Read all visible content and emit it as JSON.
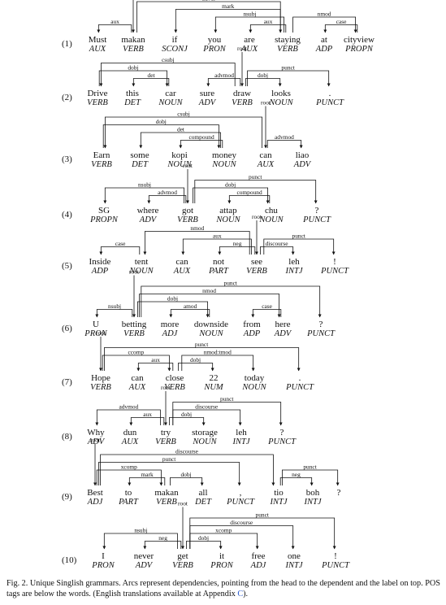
{
  "sentences": [
    {
      "number": "(1)",
      "words": [
        {
          "text": "Must",
          "pos": "AUX"
        },
        {
          "text": "makan",
          "pos": "VERB"
        },
        {
          "text": "if",
          "pos": "SCONJ"
        },
        {
          "text": "you",
          "pos": "PRON"
        },
        {
          "text": "are",
          "pos": "AUX"
        },
        {
          "text": "staying",
          "pos": "VERB"
        },
        {
          "text": "at",
          "pos": "ADP"
        },
        {
          "text": "cityview",
          "pos": "PROPN"
        }
      ],
      "root": {
        "word": 1,
        "label": "root"
      },
      "arcs": [
        {
          "head": 1,
          "dep": 0,
          "label": "aux",
          "level": 1
        },
        {
          "head": 1,
          "dep": 5,
          "label": "advcl",
          "level": 4
        },
        {
          "head": 5,
          "dep": 2,
          "label": "mark",
          "level": 3
        },
        {
          "head": 5,
          "dep": 3,
          "label": "nsubj",
          "level": 2
        },
        {
          "head": 5,
          "dep": 4,
          "label": "aux",
          "level": 1
        },
        {
          "head": 5,
          "dep": 7,
          "label": "nmod",
          "level": 2
        },
        {
          "head": 7,
          "dep": 6,
          "label": "case",
          "level": 1
        }
      ]
    },
    {
      "number": "(2)",
      "words": [
        {
          "text": "Drive",
          "pos": "VERB"
        },
        {
          "text": "this",
          "pos": "DET"
        },
        {
          "text": "car",
          "pos": "NOUN"
        },
        {
          "text": "sure",
          "pos": "ADV"
        },
        {
          "text": "draw",
          "pos": "VERB"
        },
        {
          "text": "looks",
          "pos": "NOUN"
        },
        {
          "text": ".",
          "pos": "PUNCT"
        }
      ],
      "root": {
        "word": 4,
        "label": "root"
      },
      "arcs": [
        {
          "head": 4,
          "dep": 0,
          "label": "csubj",
          "level": 3
        },
        {
          "head": 0,
          "dep": 2,
          "label": "dobj",
          "level": 2
        },
        {
          "head": 2,
          "dep": 1,
          "label": "det",
          "level": 1
        },
        {
          "head": 4,
          "dep": 3,
          "label": "advmod",
          "level": 1
        },
        {
          "head": 4,
          "dep": 5,
          "label": "dobj",
          "level": 1
        },
        {
          "head": 4,
          "dep": 6,
          "label": "punct",
          "level": 2
        }
      ]
    },
    {
      "number": "(3)",
      "words": [
        {
          "text": "Earn",
          "pos": "VERB"
        },
        {
          "text": "some",
          "pos": "DET"
        },
        {
          "text": "kopi",
          "pos": "NOUN"
        },
        {
          "text": "money",
          "pos": "NOUN"
        },
        {
          "text": "can",
          "pos": "AUX"
        },
        {
          "text": "liao",
          "pos": "ADV"
        }
      ],
      "root": {
        "word": 4,
        "label": "root"
      },
      "arcs": [
        {
          "head": 4,
          "dep": 0,
          "label": "csubj",
          "level": 4
        },
        {
          "head": 0,
          "dep": 3,
          "label": "dobj",
          "level": 3
        },
        {
          "head": 3,
          "dep": 1,
          "label": "det",
          "level": 2
        },
        {
          "head": 3,
          "dep": 2,
          "label": "compound",
          "level": 1
        },
        {
          "head": 4,
          "dep": 5,
          "label": "advmod",
          "level": 1
        }
      ]
    },
    {
      "number": "(4)",
      "words": [
        {
          "text": "SG",
          "pos": "PROPN"
        },
        {
          "text": "where",
          "pos": "ADV"
        },
        {
          "text": "got",
          "pos": "VERB"
        },
        {
          "text": "attap",
          "pos": "NOUN"
        },
        {
          "text": "chu",
          "pos": "NOUN"
        },
        {
          "text": "?",
          "pos": "PUNCT"
        }
      ],
      "root": {
        "word": 2,
        "label": "root"
      },
      "arcs": [
        {
          "head": 2,
          "dep": 0,
          "label": "nsubj",
          "level": 2
        },
        {
          "head": 2,
          "dep": 1,
          "label": "advmod",
          "level": 1
        },
        {
          "head": 2,
          "dep": 4,
          "label": "dobj",
          "level": 2
        },
        {
          "head": 4,
          "dep": 3,
          "label": "compound",
          "level": 1
        },
        {
          "head": 2,
          "dep": 5,
          "label": "punct",
          "level": 3
        }
      ]
    },
    {
      "number": "(5)",
      "words": [
        {
          "text": "Inside",
          "pos": "ADP"
        },
        {
          "text": "tent",
          "pos": "NOUN"
        },
        {
          "text": "can",
          "pos": "AUX"
        },
        {
          "text": "not",
          "pos": "PART"
        },
        {
          "text": "see",
          "pos": "VERB"
        },
        {
          "text": "leh",
          "pos": "INTJ"
        },
        {
          "text": "!",
          "pos": "PUNCT"
        }
      ],
      "root": {
        "word": 4,
        "label": "root"
      },
      "arcs": [
        {
          "head": 4,
          "dep": 1,
          "label": "nmod",
          "level": 3
        },
        {
          "head": 1,
          "dep": 0,
          "label": "case",
          "level": 1
        },
        {
          "head": 4,
          "dep": 2,
          "label": "aux",
          "level": 2
        },
        {
          "head": 4,
          "dep": 3,
          "label": "neg",
          "level": 1
        },
        {
          "head": 4,
          "dep": 5,
          "label": "discourse",
          "level": 1
        },
        {
          "head": 4,
          "dep": 6,
          "label": "punct",
          "level": 2
        }
      ]
    },
    {
      "number": "(6)",
      "words": [
        {
          "text": "U",
          "pos": "PRON"
        },
        {
          "text": "betting",
          "pos": "VERB"
        },
        {
          "text": "more",
          "pos": "ADJ"
        },
        {
          "text": "downside",
          "pos": "NOUN"
        },
        {
          "text": "from",
          "pos": "ADP"
        },
        {
          "text": "here",
          "pos": "ADV"
        },
        {
          "text": "?",
          "pos": "PUNCT"
        }
      ],
      "root": {
        "word": 1,
        "label": "root"
      },
      "arcs": [
        {
          "head": 1,
          "dep": 0,
          "label": "nsubj",
          "level": 1
        },
        {
          "head": 1,
          "dep": 6,
          "label": "punct",
          "level": 4
        },
        {
          "head": 1,
          "dep": 5,
          "label": "nmod",
          "level": 3
        },
        {
          "head": 1,
          "dep": 3,
          "label": "dobj",
          "level": 2
        },
        {
          "head": 3,
          "dep": 2,
          "label": "amod",
          "level": 1
        },
        {
          "head": 5,
          "dep": 4,
          "label": "case",
          "level": 1
        }
      ]
    },
    {
      "number": "(7)",
      "words": [
        {
          "text": "Hope",
          "pos": "VERB"
        },
        {
          "text": "can",
          "pos": "AUX"
        },
        {
          "text": "close",
          "pos": "VERB"
        },
        {
          "text": "22",
          "pos": "NUM"
        },
        {
          "text": "today",
          "pos": "NOUN"
        },
        {
          "text": ".",
          "pos": "PUNCT"
        }
      ],
      "root": {
        "word": 0,
        "label": "root"
      },
      "arcs": [
        {
          "head": 0,
          "dep": 2,
          "label": "ccomp",
          "level": 2
        },
        {
          "head": 2,
          "dep": 1,
          "label": "aux",
          "level": 1
        },
        {
          "head": 0,
          "dep": 5,
          "label": "punct",
          "level": 3
        },
        {
          "head": 2,
          "dep": 4,
          "label": "nmod:tmod",
          "level": 2
        },
        {
          "head": 2,
          "dep": 3,
          "label": "dobj",
          "level": 1
        }
      ]
    },
    {
      "number": "(8)",
      "words": [
        {
          "text": "Why",
          "pos": "ADV"
        },
        {
          "text": "dun",
          "pos": "AUX"
        },
        {
          "text": "try",
          "pos": "VERB"
        },
        {
          "text": "storage",
          "pos": "NOUN"
        },
        {
          "text": "leh",
          "pos": "INTJ"
        },
        {
          "text": "?",
          "pos": "PUNCT"
        }
      ],
      "root": {
        "word": 2,
        "label": "root"
      },
      "arcs": [
        {
          "head": 2,
          "dep": 0,
          "label": "advmod",
          "level": 2
        },
        {
          "head": 2,
          "dep": 1,
          "label": "aux",
          "level": 1
        },
        {
          "head": 2,
          "dep": 5,
          "label": "punct",
          "level": 3
        },
        {
          "head": 2,
          "dep": 4,
          "label": "discourse",
          "level": 2
        },
        {
          "head": 2,
          "dep": 3,
          "label": "dobj",
          "level": 1
        }
      ]
    },
    {
      "number": "(9)",
      "words": [
        {
          "text": "Best",
          "pos": "ADJ"
        },
        {
          "text": "to",
          "pos": "PART"
        },
        {
          "text": "makan",
          "pos": "VERB"
        },
        {
          "text": "all",
          "pos": "DET"
        },
        {
          "text": ",",
          "pos": "PUNCT"
        },
        {
          "text": "tio",
          "pos": "INTJ"
        },
        {
          "text": "boh",
          "pos": "INTJ"
        },
        {
          "text": "?",
          "pos": ""
        }
      ],
      "root": {
        "word": 0,
        "label": "root"
      },
      "arcs": [
        {
          "head": 0,
          "dep": 5,
          "label": "discourse",
          "level": 4
        },
        {
          "head": 0,
          "dep": 4,
          "label": "punct",
          "level": 3
        },
        {
          "head": 0,
          "dep": 2,
          "label": "xcomp",
          "level": 2
        },
        {
          "head": 2,
          "dep": 1,
          "label": "mark",
          "level": 1
        },
        {
          "head": 2,
          "dep": 3,
          "label": "dobj",
          "level": 1
        },
        {
          "head": 5,
          "dep": 7,
          "label": "punct",
          "level": 2
        },
        {
          "head": 5,
          "dep": 6,
          "label": "neg",
          "level": 1
        }
      ]
    },
    {
      "number": "(10)",
      "words": [
        {
          "text": "I",
          "pos": "PRON"
        },
        {
          "text": "never",
          "pos": "ADV"
        },
        {
          "text": "get",
          "pos": "VERB"
        },
        {
          "text": "it",
          "pos": "PRON"
        },
        {
          "text": "free",
          "pos": "ADJ"
        },
        {
          "text": "one",
          "pos": "INTJ"
        },
        {
          "text": "!",
          "pos": "PUNCT"
        }
      ],
      "root": {
        "word": 2,
        "label": "root"
      },
      "arcs": [
        {
          "head": 2,
          "dep": 0,
          "label": "nsubj",
          "level": 2
        },
        {
          "head": 2,
          "dep": 1,
          "label": "neg",
          "level": 1
        },
        {
          "head": 2,
          "dep": 6,
          "label": "punct",
          "level": 4
        },
        {
          "head": 2,
          "dep": 5,
          "label": "discourse",
          "level": 3
        },
        {
          "head": 2,
          "dep": 4,
          "label": "xcomp",
          "level": 2
        },
        {
          "head": 2,
          "dep": 3,
          "label": "dobj",
          "level": 1
        }
      ]
    }
  ],
  "caption": {
    "lead": "Fig. 2.  Unique Singlish grammars. Arcs represent dependencies, pointing from the head to the dependent and the label on top. POS tags are below the words. (English translations available at Appendix ",
    "link": "C",
    "tail": ")."
  },
  "colors": {
    "ink": "#111111",
    "link": "#2255cc"
  }
}
